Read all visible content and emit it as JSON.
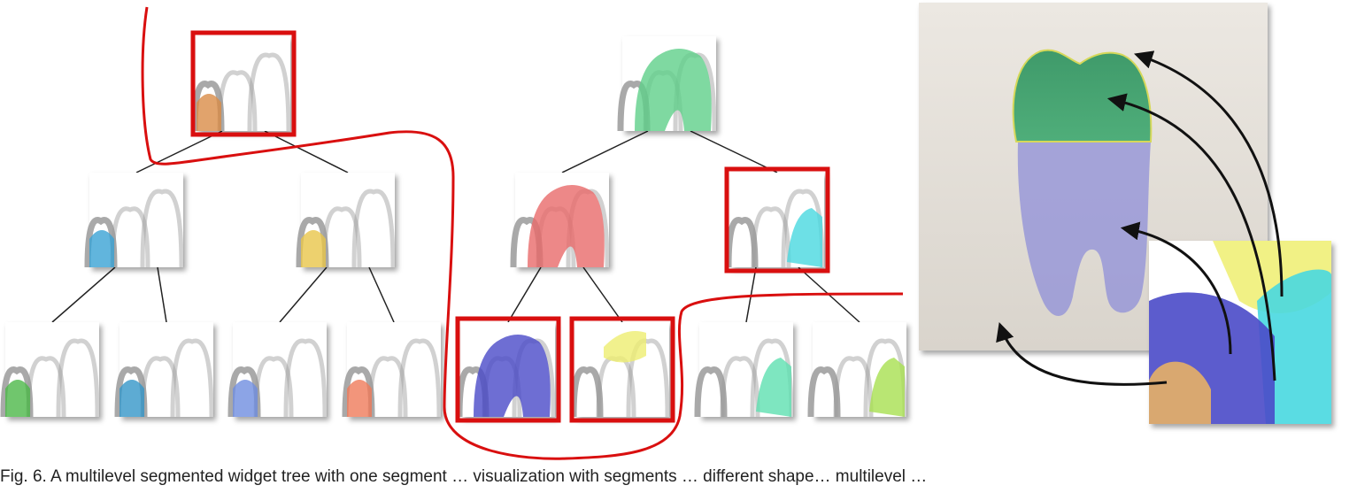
{
  "caption": "Fig. 6. A multilevel segmented widget tree with one segment … visualization with segments … different shape… multilevel …",
  "colors": {
    "highlight": "#d90f0f",
    "edge": "#222222",
    "arrow": "#111111",
    "arc_gray": "#9a9a9a",
    "orange": "#d98c47",
    "green_top": "#5fd08a",
    "blue_a": "#3aa3d4",
    "yellow": "#e8c64a",
    "red": "#e96a6a",
    "cyan": "#48d8e0",
    "green": "#4cb848",
    "blue_b": "#3596c8",
    "blue_c": "#6f8de0",
    "red_c": "#ef7a5a",
    "indigo": "#4a4ac8",
    "yellow_b": "#eeee70",
    "mint": "#5ee0b0",
    "lime": "#a8e050"
  },
  "widgets": [
    {
      "id": "L-root",
      "color": "orange",
      "region": "left",
      "highlighted": true
    },
    {
      "id": "L-1a",
      "color": "blue_a",
      "region": "left",
      "highlighted": false
    },
    {
      "id": "L-1b",
      "color": "yellow",
      "region": "left",
      "highlighted": false
    },
    {
      "id": "L-2a",
      "color": "green",
      "region": "left",
      "highlighted": false
    },
    {
      "id": "L-2b",
      "color": "blue_b",
      "region": "left",
      "highlighted": false
    },
    {
      "id": "L-2c",
      "color": "blue_c",
      "region": "left",
      "highlighted": false
    },
    {
      "id": "L-2d",
      "color": "red_c",
      "region": "left",
      "highlighted": false
    },
    {
      "id": "R-root",
      "color": "green_top",
      "region": "fill",
      "highlighted": false
    },
    {
      "id": "R-1a",
      "color": "red",
      "region": "fill",
      "highlighted": false
    },
    {
      "id": "R-1b",
      "color": "cyan",
      "region": "right",
      "highlighted": true
    },
    {
      "id": "R-2a",
      "color": "indigo",
      "region": "fill",
      "highlighted": true
    },
    {
      "id": "R-2b",
      "color": "yellow_b",
      "region": "top",
      "highlighted": true
    },
    {
      "id": "R-2c",
      "color": "mint",
      "region": "right",
      "highlighted": false
    },
    {
      "id": "R-2d",
      "color": "lime",
      "region": "right",
      "highlighted": false
    }
  ]
}
